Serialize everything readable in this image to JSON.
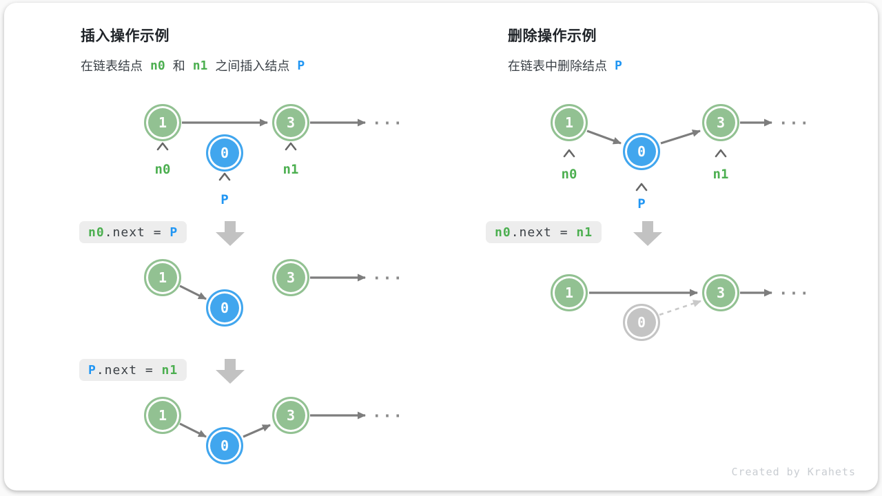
{
  "left": {
    "title": "插入操作示例",
    "subtitle": {
      "t1": "在链表结点",
      "n0": "n0",
      "t2": "和",
      "n1": "n1",
      "t3": "之间插入结点",
      "p": "P"
    },
    "chip1": {
      "a": "n0",
      "mid": ".next = ",
      "b": "P"
    },
    "chip2": {
      "a": "P",
      "mid": ".next = ",
      "b": "n1"
    }
  },
  "right": {
    "title": "删除操作示例",
    "subtitle": {
      "t1": "在链表中删除结点",
      "p": "P"
    },
    "chip1": {
      "a": "n0",
      "mid": ".next = ",
      "b": "n1"
    }
  },
  "nodes": {
    "one": "1",
    "zero": "0",
    "three": "3"
  },
  "labels": {
    "n0": "n0",
    "n1": "n1",
    "p": "P"
  },
  "ellipsis": "...",
  "footer": "Created by Krahets",
  "colors": {
    "node_green": "#92c192",
    "node_blue": "#41a6ee",
    "node_gray": "#c4c4c4",
    "label_green": "#4caf50",
    "label_blue": "#2196f3",
    "arrow_gray": "#7d7d7d",
    "dashed_gray": "#c9c9c9",
    "chip_bg": "#ededed",
    "block_arrow": "#c2c2c2"
  }
}
